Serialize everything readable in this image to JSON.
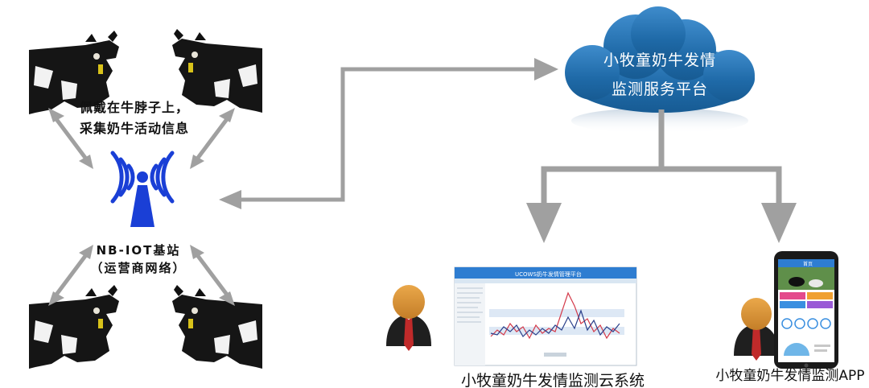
{
  "cow_caption": {
    "line1": "佩戴在牛脖子上，",
    "line2": "采集奶牛活动信息"
  },
  "base_station": {
    "line1": "NB-IOT基站",
    "line2": "（运营商网络）"
  },
  "cloud": {
    "line1": "小牧童奶牛发情",
    "line2": "监测服务平台"
  },
  "web_system": {
    "caption": "小牧童奶牛发情监测云系统",
    "header_title": "UCOWS奶牛发情管理平台"
  },
  "mobile_app": {
    "caption": "小牧童奶牛发情监测APP",
    "header_title": "首页"
  },
  "colors": {
    "arrow": "#a0a0a0",
    "signal": "#1a3fd6",
    "cloud": "#1f6aa8",
    "person_face": "#d9973a",
    "person_body": "#1f1f1f",
    "tie": "#c02a2a"
  }
}
